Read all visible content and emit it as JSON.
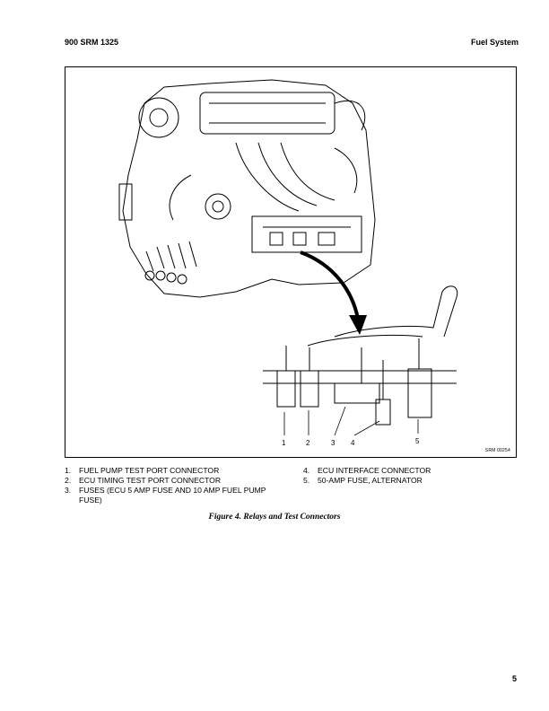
{
  "header": {
    "left": "900 SRM 1325",
    "right": "Fuel System"
  },
  "figure": {
    "callouts": [
      "1",
      "2",
      "3",
      "4",
      "5"
    ],
    "figure_id": "SRM 00254"
  },
  "legend": {
    "left": [
      {
        "num": "1.",
        "text": "FUEL PUMP TEST PORT CONNECTOR"
      },
      {
        "num": "2.",
        "text": "ECU TIMING TEST PORT CONNECTOR"
      },
      {
        "num": "3.",
        "text": "FUSES (ECU 5 AMP FUSE AND 10 AMP FUEL PUMP FUSE)"
      }
    ],
    "right": [
      {
        "num": "4.",
        "text": "ECU INTERFACE CONNECTOR"
      },
      {
        "num": "5.",
        "text": "50-AMP FUSE, ALTERNATOR"
      }
    ]
  },
  "caption": "Figure 4.  Relays and Test Connectors",
  "page_number": "5"
}
